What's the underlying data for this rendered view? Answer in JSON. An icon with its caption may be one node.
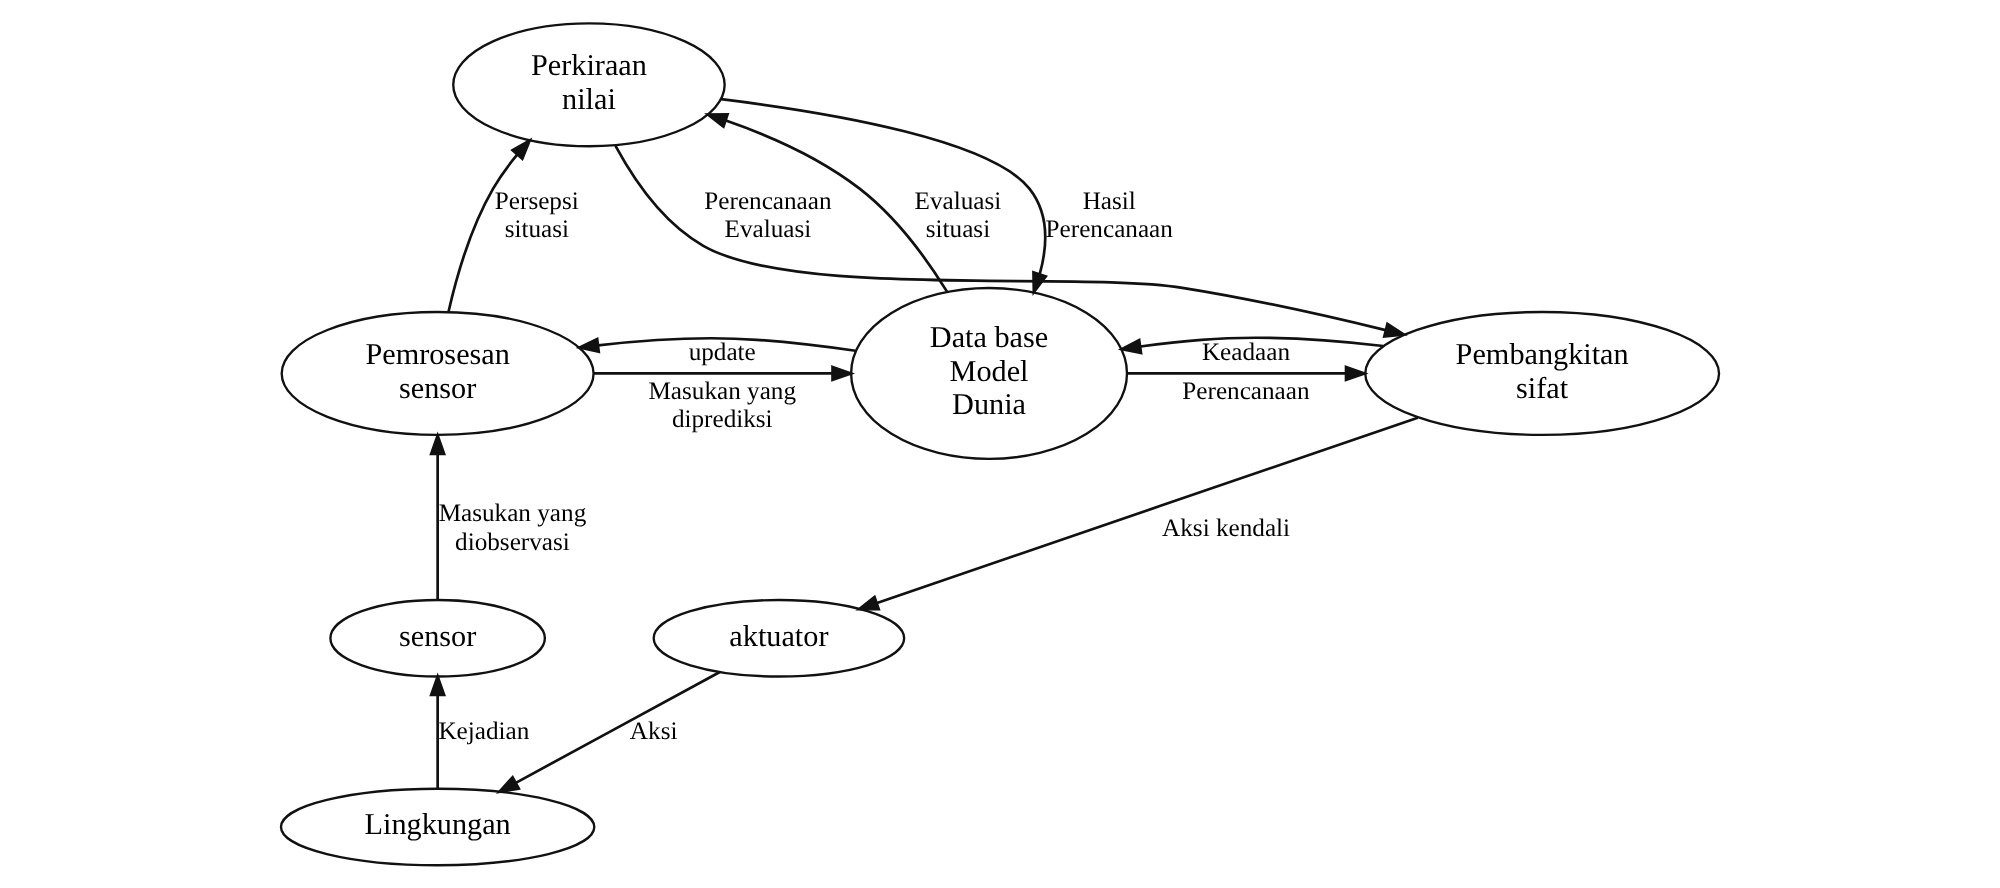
{
  "diagram": {
    "nodes": [
      {
        "text": [
          "Perkiraan nilai"
        ]
      },
      {
        "text": [
          "Pemrosesan sensor"
        ]
      },
      {
        "text": [
          "Data base Model Dunia"
        ]
      },
      {
        "text": [
          "Pembangkitan sifat"
        ]
      },
      {
        "text": [
          "sensor"
        ]
      },
      {
        "text": [
          "aktuator"
        ]
      },
      {
        "text": [
          "Lingkungan"
        ]
      }
    ],
    "edges": [
      {
        "from": 1,
        "to": 0,
        "arrow": "to",
        "label": "Persepsi situasi"
      },
      {
        "from": 2,
        "to": 0,
        "arrow": "to",
        "label": "Evaluasi situasi"
      },
      {
        "from": 0,
        "to": 2,
        "arrow": "to",
        "label": "Hasil Perencanaan"
      },
      {
        "from": 0,
        "to": 3,
        "arrow": "to",
        "label": "Perencanaan Evaluasi"
      },
      {
        "from": 2,
        "to": 1,
        "arrow": "to",
        "label": "update"
      },
      {
        "from": 1,
        "to": 2,
        "arrow": "to",
        "label": "Masukan yang diprediksi"
      },
      {
        "from": 2,
        "to": 3,
        "arrow": "to",
        "label": "Perencanaan"
      },
      {
        "from": 3,
        "to": 2,
        "arrow": "to",
        "label": "Keadaan"
      },
      {
        "from": 4,
        "to": 1,
        "arrow": "to",
        "label": "Masukan yang diobservasi"
      },
      {
        "from": 3,
        "to": 5,
        "arrow": "to",
        "label": "Aksi kendali"
      },
      {
        "from": 5,
        "to": 6,
        "arrow": "to",
        "label": "Aksi"
      },
      {
        "from": 6,
        "to": 4,
        "arrow": "to",
        "label": "Kejadian"
      }
    ]
  }
}
